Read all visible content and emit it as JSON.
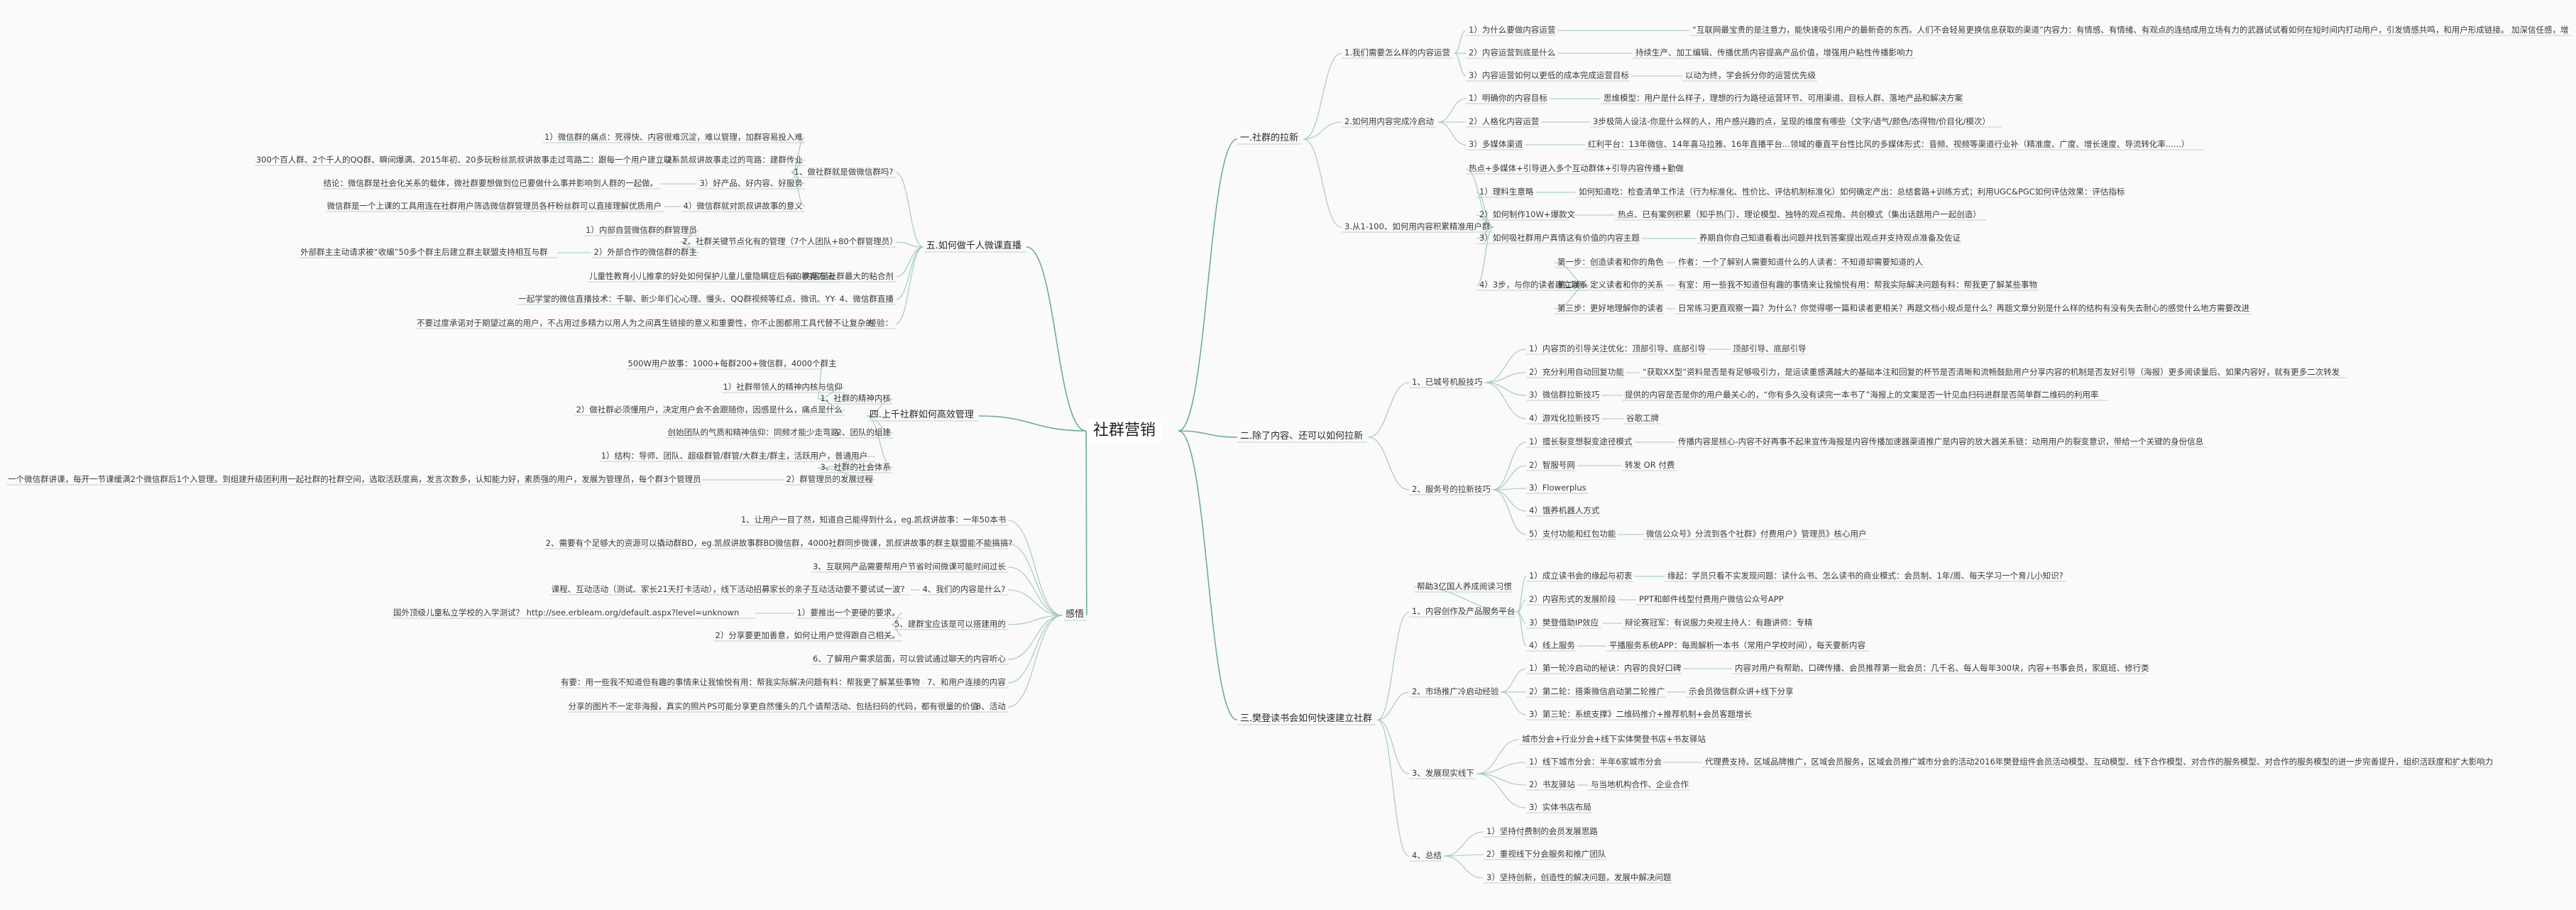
{
  "colors": {
    "edge": "#9ec9b9",
    "edge_strong": "#6eae95",
    "background": "#fafaf8"
  },
  "center": "社群营销",
  "branches": [
    {
      "id": "r1",
      "label": "一.社群的拉新",
      "children": [
        {
          "id": "r1a",
          "label": "1.我们需要怎么样的内容运营",
          "children": [
            {
              "id": "r1a1",
              "label": "1）为什么要做内容运营",
              "children": [
                {
                  "id": "r1a1a",
                  "label": "“互联网最宝贵的是注意力，能快速吸引用户的最新奇的东西。人们不会轻易更换信息获取的渠道”内容力：有情感、有情绪、有观点的连结成用立场有力的武器试试看如何在短时间内打动用户，引发情感共鸣，和用户形成链接。 加深信任感，增强用户黏性"
                }
              ]
            },
            {
              "id": "r1a2",
              "label": "2）内容运营到底是什么",
              "children": [
                {
                  "id": "r1a2a",
                  "label": "持续生产、加工编辑、传播优质内容提高产品价值，增强用户粘性传播影响力"
                }
              ]
            },
            {
              "id": "r1a3",
              "label": "3）内容运营如何以更低的成本完成运营目标",
              "children": [
                {
                  "id": "r1a3a",
                  "label": "以动为终，学会拆分你的运营优先级"
                }
              ]
            }
          ]
        },
        {
          "id": "r1b",
          "label": "2.如何用内容完成冷启动",
          "children": [
            {
              "id": "r1b1",
              "label": "1）明确你的内容目标",
              "children": [
                {
                  "id": "r1b1a",
                  "label": "思维模型：用户是什么样子，理想的行为路径运营环节、可用渠道、目标人群、落地产品和解决方案"
                }
              ]
            },
            {
              "id": "r1b2",
              "label": "2）人格化内容运营",
              "children": [
                {
                  "id": "r1b2a",
                  "label": "3步极简人设法-你是什么样的人，用户感兴趣的点，呈现的维度有哪些（文字/语气/颜色/态得物/价目化/模次）"
                }
              ]
            },
            {
              "id": "r1b3",
              "label": "3）多媒体渠道",
              "children": [
                {
                  "id": "r1b3a",
                  "label": "红利平台：13年微信、14年喜马拉雅、16年直播平台...领域的垂直平台性比风的多媒体形式：音频、视频等渠道行业补（精准度、广度、增长速度、导流转化率......）"
                }
              ]
            }
          ]
        },
        {
          "id": "r1c",
          "label": "3.从1-100、如何用内容积累精准用户群",
          "children": [
            {
              "id": "r1c0",
              "label": "热点+多媒体+引导进入多个互动群体+引导内容传播+勤做",
              "children": []
            },
            {
              "id": "r1c1",
              "label": "1）理料生意略",
              "children": [
                {
                  "id": "r1c1a",
                  "label": "如何知道吃：检查清单工作法（行为标准化、性价比、评估机制标准化）如何确定产出：总结套路+训练方式；利用UGC&PGC如何评估效果：评估指标"
                }
              ]
            },
            {
              "id": "r1c2",
              "label": "2）如何制作10W+爆款文",
              "children": [
                {
                  "id": "r1c2a",
                  "label": "热点、已有案例积累（知乎热门）、理论模型、独特的观点视角、共创模式（集出话题用户一起创造）"
                }
              ]
            },
            {
              "id": "r1c3",
              "label": "3）如何吸社群用户真情这有价值的内容主题",
              "children": [
                {
                  "id": "r1c3a",
                  "label": "养期自你自己知道看看出问题并找到答案提出观点并支持观点准备及佐证"
                }
              ]
            },
            {
              "id": "r1c4",
              "label": "4）3步，与你的读者建立联系",
              "children": [
                {
                  "id": "r1c4a",
                  "label": "第一步：创造读者和你的角色",
                  "children": [
                    {
                      "id": "r1c4a1",
                      "label": "作者：一个了解别人需要知道什么的人读者：不知道却需要知道的人"
                    }
                  ]
                },
                {
                  "id": "r1c4b",
                  "label": "第二步：定义读者和你的关系",
                  "children": [
                    {
                      "id": "r1c4b1",
                      "label": "有室：用一些我不知道但有趣的事情来让我愉悦有用：帮我实际解决问题有料：帮我更了解某些事物"
                    }
                  ]
                },
                {
                  "id": "r1c4c",
                  "label": "第三步：更好地理解你的读者",
                  "children": [
                    {
                      "id": "r1c4c1",
                      "label": "日常练习更直观察一篇？为什么？你觉得哪一篇和读者更相关？再题文档小规点是什么？再题文章分别是什么样的结构有没有失去耐心的感觉什么地方需要改进"
                    }
                  ]
                }
              ]
            }
          ]
        }
      ]
    },
    {
      "id": "r2",
      "label": "二.除了内容、还可以如何拉新",
      "children": [
        {
          "id": "r2a",
          "label": "1、已城号机股技巧",
          "children": [
            {
              "id": "r2a1",
              "label": "1）内容页的引导关注优化：顶部引导、底部引导",
              "children": [
                {
                  "id": "r2a1a",
                  "label": "顶部引导、底部引导"
                }
              ]
            },
            {
              "id": "r2a2",
              "label": "2）充分利用自动回复功能",
              "children": [
                {
                  "id": "r2a2a",
                  "label": "“获取XX型”资料是否是有足够吸引力，是运读重感满越大的基础本注和回复的杯节是否清晰和流畅鼓励用户分享内容的机制是否友好引导（海报）更多阅读量后、如果内容好，就有更多二次转发"
                }
              ]
            },
            {
              "id": "r2a3",
              "label": "3）微信群拉新技巧",
              "children": [
                {
                  "id": "r2a3a",
                  "label": "提供的内容是否是你的用户最关心的，“你有多久没有读完一本书了”海报上的文案是否一针见血扫码进群是否简单群二维码的利用率"
                }
              ]
            },
            {
              "id": "r2a4",
              "label": "4）游戏化拉新技巧",
              "children": [
                {
                  "id": "r2a4a",
                  "label": "谷歌工牌"
                }
              ]
            }
          ]
        },
        {
          "id": "r2b",
          "label": "2、服务号的拉新技巧",
          "children": [
            {
              "id": "r2b1",
              "label": "1）擅长裂变想裂变途径模式",
              "children": [
                {
                  "id": "r2b1a",
                  "label": "传播内容是核心-内容不好再事不起来宣传海报是内容传播加速器渠道推广是内容的放大器关系链：动用用户的裂变意识，带给一个关键的身份信息"
                }
              ]
            },
            {
              "id": "r2b2",
              "label": "2）智服号网",
              "children": [
                {
                  "id": "r2b2a",
                  "label": "转发 OR 付费"
                }
              ]
            },
            {
              "id": "r2b3",
              "label": "3）Flowerplus",
              "children": []
            },
            {
              "id": "r2b4",
              "label": "4）饿养机器人方式",
              "children": []
            },
            {
              "id": "r2b5",
              "label": "5）支付功能和红包功能",
              "children": [
                {
                  "id": "r2b5a",
                  "label": "微信公众号》分流到各个社群》付费用户》管理员》核心用户"
                }
              ]
            }
          ]
        }
      ]
    },
    {
      "id": "r3",
      "label": "三.樊登读书会如何快速建立社群",
      "children": [
        {
          "id": "r3a",
          "label": "1、内容创作及产品服务平台",
          "children": [
            {
              "id": "r3a0",
              "label": "帮助3亿国人养成阅读习惯",
              "children": []
            },
            {
              "id": "r3a1",
              "label": "1）成立读书会的缘起与初衷",
              "children": [
                {
                  "id": "r3a1a",
                  "label": "缘起：学员只看不实发现问题：读什么书、怎么读书的商业模式：会员制、1年/周、每天学习一个育儿小知识?"
                }
              ]
            },
            {
              "id": "r3a2",
              "label": "2）内容形式的发展阶段",
              "children": [
                {
                  "id": "r3a2a",
                  "label": "PPT和邮件线型付费用户微信公众号APP"
                }
              ]
            },
            {
              "id": "r3a3",
              "label": "3）樊登借助IP效应",
              "children": [
                {
                  "id": "r3a3a",
                  "label": "辩论赛冠军：有说服力央视主持人：有趣讲师：专精"
                }
              ]
            },
            {
              "id": "r3a4",
              "label": "4）线上服务",
              "children": [
                {
                  "id": "r3a4a",
                  "label": "平播服务系统APP：每周解析一本书（常用户学校时间），每天要新内容"
                }
              ]
            }
          ]
        },
        {
          "id": "r3b",
          "label": "2、市场推广冷启动经验",
          "children": [
            {
              "id": "r3b1",
              "label": "1）第一轮冷启动的秘诀：内容的良好口碑",
              "children": [
                {
                  "id": "r3b1a",
                  "label": "内容对用户有帮助、口碑传播、会员推荐第一批会员：几千名、每人每年300块，内容+书事会员，家庭班、修行类"
                }
              ]
            },
            {
              "id": "r3b2",
              "label": "2）第二轮：搭乘微信启动第二轮推广",
              "children": [
                {
                  "id": "r3b2a",
                  "label": "示会员微信群众讲+线下分享"
                }
              ]
            },
            {
              "id": "r3b3",
              "label": "3）第三轮：系统支撑》二维码推介+推荐机制+会员客题增长",
              "children": []
            }
          ]
        },
        {
          "id": "r3c",
          "label": "3、发展现实线下",
          "children": [
            {
              "id": "r3c0",
              "label": "城市分会+行业分会+线下实体樊登书店+书友驿站",
              "children": []
            },
            {
              "id": "r3c1",
              "label": "1）线下城市分会：半年6家城市分会",
              "children": [
                {
                  "id": "r3c1a",
                  "label": "代理费支持。区域品牌推广，区域会员服务，区域会员推广城市分会的活动2016年樊登组件会员活动模型、互动模型、线下合作模型、对合作的服务模型、对合作的服务模型的进一步完善提升，组织活跃度和扩大影响力"
                }
              ]
            },
            {
              "id": "r3c2",
              "label": "2）书友驿站",
              "children": [
                {
                  "id": "r3c2a",
                  "label": "与当地机构合作、企业合作"
                }
              ]
            },
            {
              "id": "r3c3",
              "label": "3）实体书店布局",
              "children": []
            }
          ]
        },
        {
          "id": "r3d",
          "label": "4、总结",
          "children": [
            {
              "id": "r3d1",
              "label": "1）坚持付费制的会员发展思路",
              "children": []
            },
            {
              "id": "r3d2",
              "label": "2）重视线下分会服务和推广团队",
              "children": []
            },
            {
              "id": "r3d3",
              "label": "3）坚持创新，创造性的解决问题，发展中解决问题",
              "children": []
            }
          ]
        }
      ]
    },
    {
      "id": "l5",
      "label": "五.如何做千人微课直播",
      "children": [
        {
          "id": "l5a",
          "label": "1、做社群就是做微信群吗?",
          "children": [
            {
              "id": "l5a1",
              "label": "1）微信群的痛点：死得快、内容很难沉淀，难以管理，加群容易投入难",
              "children": []
            },
            {
              "id": "l5a2",
              "label": "2）凯叔讲故事走过的弯路：建群传业",
              "children": [
                {
                  "id": "l5a2a",
                  "label": "300个百人群、2个千人的QQ群、瞬间爆满、2015年初、20多玩粉丝凯叔讲故事走过弯路二：跟每一个用户建立联系"
                }
              ]
            },
            {
              "id": "l5a3",
              "label": "3）好产品、好内容、好服务",
              "children": [
                {
                  "id": "l5a3a",
                  "label": "结论：微信群是社会化关系的载体，微社群要想做到位已要做什么事并影响到人群的一起做。"
                }
              ]
            },
            {
              "id": "l5a4",
              "label": "4）微信群就对凯叔讲故事的意义",
              "children": [
                {
                  "id": "l5a4a",
                  "label": "微信群是一个上课的工具用连在社群用户筛选微信群管理员各杆粉丝群可以直接理解优质用户"
                }
              ]
            }
          ]
        },
        {
          "id": "l5b",
          "label": "2、社群关键节点化有的管理（7个人团队+80个群管理员）",
          "children": [
            {
              "id": "l5b1",
              "label": "1）内部自营微信群的群管理员",
              "children": []
            },
            {
              "id": "l5b2",
              "label": "2）外部合作的微信群的群主",
              "children": [
                {
                  "id": "l5b2a",
                  "label": "外部群主主动请求被“收编”50多个群主后建立群主联盟支持相互与群"
                }
              ]
            }
          ]
        },
        {
          "id": "l5c",
          "label": "3、内容是社群最大的粘合剂",
          "children": [
            {
              "id": "l5c1",
              "label": "儿童性教育小儿推拿的好处如何保护儿童儿童隐瞒症后有的教育方法",
              "children": []
            }
          ]
        },
        {
          "id": "l5d",
          "label": "4、微信群直播",
          "children": [
            {
              "id": "l5d1",
              "label": "一起学堂的微信直播技术：千聊、新少年们心心理、慢头、QQ群视频等红点、微讯、YY",
              "children": []
            }
          ]
        },
        {
          "id": "l5e",
          "label": "经验：",
          "children": [
            {
              "id": "l5e1",
              "label": "不要过度承诺对于期望过高的用户，不占用过多精力以用人为之间真生链接的意义和重要性，你不止图都用工具代替不让复杂的",
              "children": []
            }
          ]
        }
      ]
    },
    {
      "id": "l4",
      "label": "四.上千社群如何高效管理",
      "children": [
        {
          "id": "l4a",
          "label": "1、社群的精神内核",
          "children": [
            {
              "id": "l4a0",
              "label": "500W用户故事：1000+每群200+微信群，4000个群主",
              "children": []
            },
            {
              "id": "l4a1",
              "label": "1）社群带领人的精神内核与信仰",
              "children": []
            },
            {
              "id": "l4a2",
              "label": "2）做社群必须懂用户，决定用户会不会跟随你，因感是什么，痛点是什么",
              "children": []
            }
          ]
        },
        {
          "id": "l4b",
          "label": "2、团队的组建",
          "children": [
            {
              "id": "l4b1",
              "label": "创始团队的气质和精神信仰：同频才能少走弯路",
              "children": []
            }
          ]
        },
        {
          "id": "l4c",
          "label": "3、社群的社会体系",
          "children": [
            {
              "id": "l4c1",
              "label": "1）结构：导师、团队、超级群管/群管/大群主/群主，活跃用户，普通用户",
              "children": []
            },
            {
              "id": "l4c2",
              "label": "2）群管理员的发展过程",
              "children": [
                {
                  "id": "l4c2a",
                  "label": "一个微信群讲课，每开一节课缓满2个微信群后1个入管理。到组建升级团利用一起社群的社群空间，选取活跃度高，发言次数多，认知能力好，素质强的用户，发展为管理员，每个群3个管理员"
                }
              ]
            }
          ]
        }
      ]
    },
    {
      "id": "l6",
      "label": "感悟",
      "children": [
        {
          "id": "l6a",
          "label": "1、让用户一目了然，知道自己能得到什么，eg.凯叔讲故事：一年50本书",
          "children": []
        },
        {
          "id": "l6b",
          "label": "2、需要有个足够大的资源可以撬动群BD，eg.凯叔讲故事群BD微信群，4000社群同步微课，凯叔讲故事的群主联盟能不能搞搞?",
          "children": []
        },
        {
          "id": "l6c",
          "label": "3、互联网产品需要帮用户节省时间微课可能时间过长",
          "children": []
        },
        {
          "id": "l6d",
          "label": "4、我们的内容是什么?",
          "children": [
            {
              "id": "l6d1",
              "label": "课程、互动活动（测试、家长21天打卡活动），线下活动招募家长的亲子互动活动要不要试试一波?",
              "children": []
            }
          ]
        },
        {
          "id": "l6e",
          "label": "5、建群宝应该是可以搭建用的",
          "children": [
            {
              "id": "l6e1",
              "label": "1）要推出一个更硬的要求。",
              "children": [
                {
                  "id": "l6e1a",
                  "label": "国外顶级儿童私立学校的入学测试？ http://see.erbleam.org/default.aspx?level=unknown"
                }
              ]
            },
            {
              "id": "l6e2",
              "label": "2）分享要更加善意，如何让用户觉得跟自己相关。",
              "children": []
            }
          ]
        },
        {
          "id": "l6f",
          "label": "6、了解用户需求层面，可以尝试通过聊天的内容听心",
          "children": []
        },
        {
          "id": "l6g",
          "label": "7、和用户连接的内容",
          "children": [
            {
              "id": "l6g1",
              "label": "有要：用一些我不知道但有趣的事情来让我愉悦有用：帮我实际解决问题有料：帮我更了解某些事物",
              "children": []
            }
          ]
        },
        {
          "id": "l6h",
          "label": "8、活动",
          "children": [
            {
              "id": "l6h1",
              "label": "分享的图片不一定非海报，真实的照片PS可能分享更自然懂头的几个请帮活动、包括扫码的代码，都有很量的价值",
              "children": []
            }
          ]
        }
      ]
    }
  ]
}
